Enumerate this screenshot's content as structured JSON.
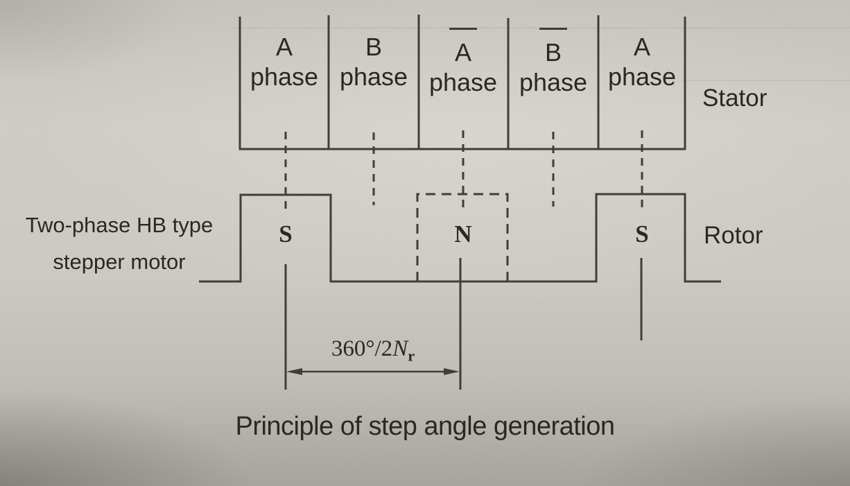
{
  "stator": {
    "label": "Stator",
    "poles": [
      {
        "letter": "A",
        "word": "phase",
        "negated": false
      },
      {
        "letter": "B",
        "word": "phase",
        "negated": false
      },
      {
        "letter": "A",
        "word": "phase",
        "negated": true
      },
      {
        "letter": "B",
        "word": "phase",
        "negated": true
      },
      {
        "letter": "A",
        "word": "phase",
        "negated": false
      }
    ]
  },
  "rotor": {
    "label": "Rotor",
    "poles": [
      {
        "polarity": "S"
      },
      {
        "polarity": "N"
      },
      {
        "polarity": "S"
      }
    ]
  },
  "motor_label": {
    "line1": "Two-phase HB type",
    "line2": "stepper motor"
  },
  "dimension": {
    "prefix": "360°/2",
    "symbol": "N",
    "subscript": "r"
  },
  "caption": "Principle of step angle generation",
  "colors": {
    "ink": "#3f3c37",
    "text": "#2b2824",
    "paper": "#cfccc6"
  }
}
